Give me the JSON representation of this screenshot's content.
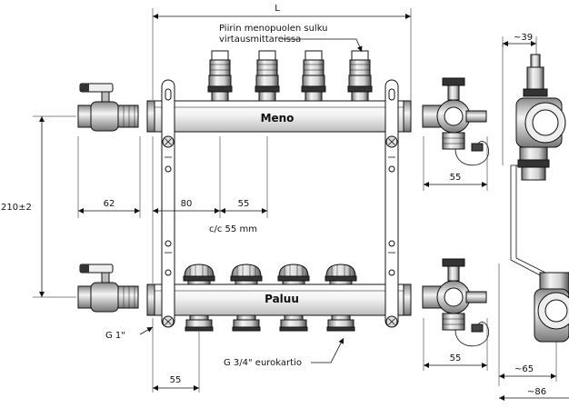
{
  "labels": {
    "overall_length": "L",
    "supply_note_line1": "Piirin menopuolen sulku",
    "supply_note_line2": "virtausmittareissa",
    "supply_bar": "Meno",
    "return_bar": "Paluu",
    "height": "210±2",
    "inlet_offset": "62",
    "first_outlet": "80",
    "outlet_spacing": "55",
    "center_distance": "c/c 55 mm",
    "valve_depth_top": "55",
    "valve_depth_bottom": "55",
    "bottom_offset": "55",
    "main_thread": "G 1\"",
    "outlet_thread": "G 3/4\" eurokartio",
    "side_39": "~39",
    "side_65": "~65",
    "side_86": "~86"
  },
  "colors": {
    "line": "#111111",
    "part_light": "#f2f2f2",
    "part_mid": "#bdbdbd",
    "part_dark": "#444444"
  }
}
